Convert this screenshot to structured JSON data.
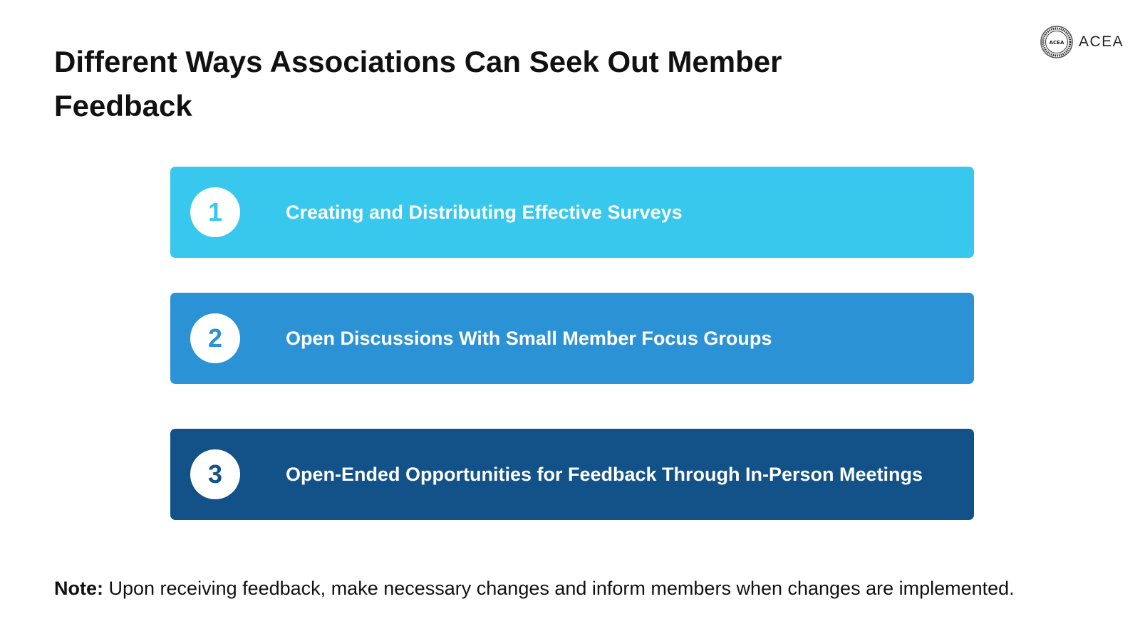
{
  "title": "Different Ways Associations Can Seek Out Member Feedback",
  "brand": {
    "name": "ACEA",
    "seal_text": "ACEA",
    "seal_icon": "circular-seal-logo"
  },
  "steps": [
    {
      "number": "1",
      "text": "Creating and Distributing Effective Surveys",
      "color": "#38C8EE"
    },
    {
      "number": "2",
      "text": "Open Discussions With Small Member Focus Groups",
      "color": "#2C92D6"
    },
    {
      "number": "3",
      "text": "Open-Ended Opportunities for Feedback Through In-Person Meetings",
      "color": "#135289"
    }
  ],
  "note": {
    "label": "Note:",
    "text": " Upon receiving feedback, make necessary changes and inform members when changes are implemented."
  }
}
